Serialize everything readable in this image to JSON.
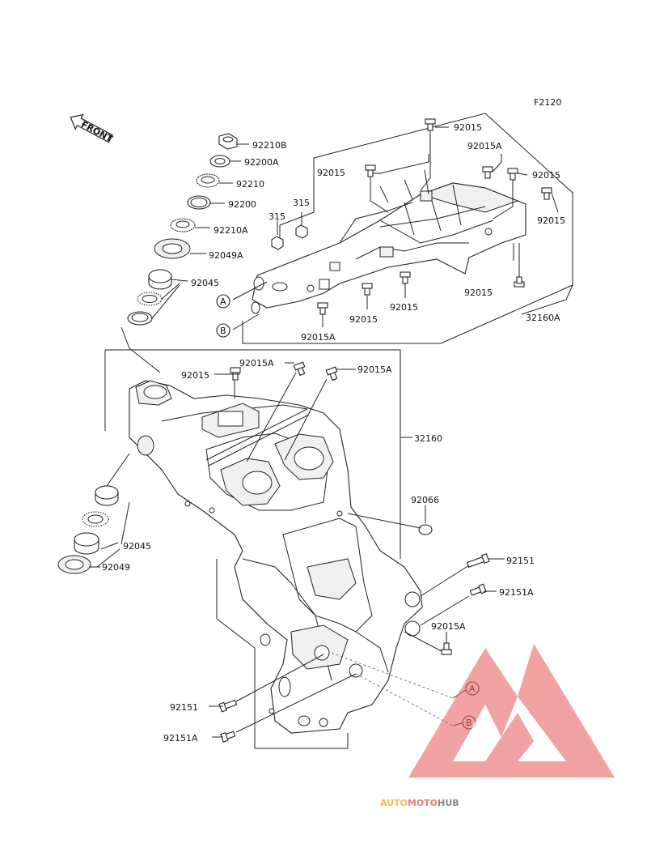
{
  "figure_code": "F2120",
  "front_label": "FRONT",
  "parts": {
    "p92210B": "92210B",
    "p92200A": "92200A",
    "p92210": "92210",
    "p92200": "92200",
    "p92210A": "92210A",
    "p92049A": "92049A",
    "p92045_top": "92045",
    "p315_a": "315",
    "p315_b": "315",
    "p92015_1": "92015",
    "p92015A_1": "92015A",
    "p92015_2": "92015",
    "p92015_3": "92015",
    "p92015_4": "92015",
    "p92015_5": "92015",
    "p92015_6": "92015",
    "p92015_7": "92015",
    "p92015A_2": "92015A",
    "p32160A": "32160A",
    "p92015_8": "92015",
    "p92015A_3": "92015A",
    "p92015A_4": "92015A",
    "p32160": "32160",
    "p92066": "92066",
    "p92045_bot": "92045",
    "p92049": "92049",
    "p92151_1": "92151",
    "p92151A_1": "92151A",
    "p92015A_5": "92015A",
    "p92151_2": "92151",
    "p92151A_2": "92151A"
  },
  "callouts": {
    "A": "A",
    "B": "B"
  },
  "watermark": {
    "part1": "AUTO",
    "part2": "MOTO",
    "part3": "HUB",
    "color_orange": "#f5a623",
    "color_red": "#e85a5a",
    "color_gray": "#666666"
  }
}
